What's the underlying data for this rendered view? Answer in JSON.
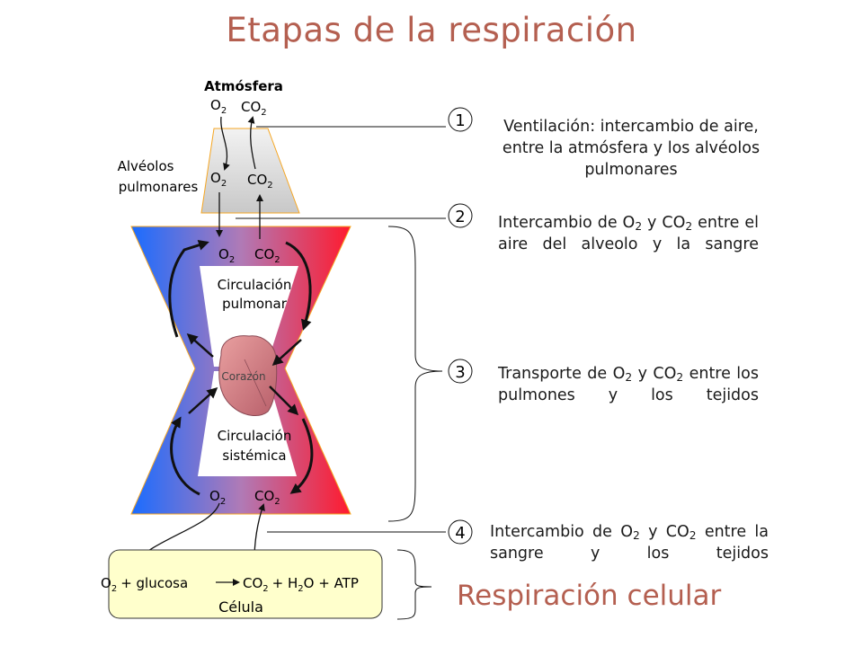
{
  "title": "Etapas de la respiración",
  "labels": {
    "atmosphere": "Atmósfera",
    "alveoli_line1": "Alvéolos",
    "alveoli_line2": "pulmonares",
    "o2": "O",
    "co2": "CO",
    "sub2": "2",
    "pulmonary_line1": "Circulación",
    "pulmonary_line2": "pulmonar",
    "heart": "Corazón",
    "systemic_line1": "Circulación",
    "systemic_line2": "sistémica",
    "cell_eq_o2": "O",
    "cell_eq_plus": "+ glucosa",
    "cell_eq_co2": "CO",
    "cell_eq_rest": "+ H",
    "cell_eq_tail": "O + ATP",
    "cell": "Célula"
  },
  "steps": [
    {
      "num": "1",
      "text": "Ventilación: intercambio de aire, entre la atmósfera y los alvéolos pulmonares"
    },
    {
      "num": "2",
      "pre": "Intercambio de O",
      "mid": " y CO",
      "post": " entre el aire del alveolo y la sangre"
    },
    {
      "num": "3",
      "pre": "Transporte de O",
      "mid": " y CO",
      "post": " entre los pulmones y los tejidos"
    },
    {
      "num": "4",
      "pre": "Intercambio de O",
      "mid": " y CO",
      "post": " entre la sangre y los tejidos"
    }
  ],
  "footer": "Respiración celular",
  "colors": {
    "title": "#b45f50",
    "venous_blue": "#1a6cff",
    "arterial_red": "#ff1a2e",
    "cell_fill": "#ffffcc",
    "heart": "#d98080"
  }
}
